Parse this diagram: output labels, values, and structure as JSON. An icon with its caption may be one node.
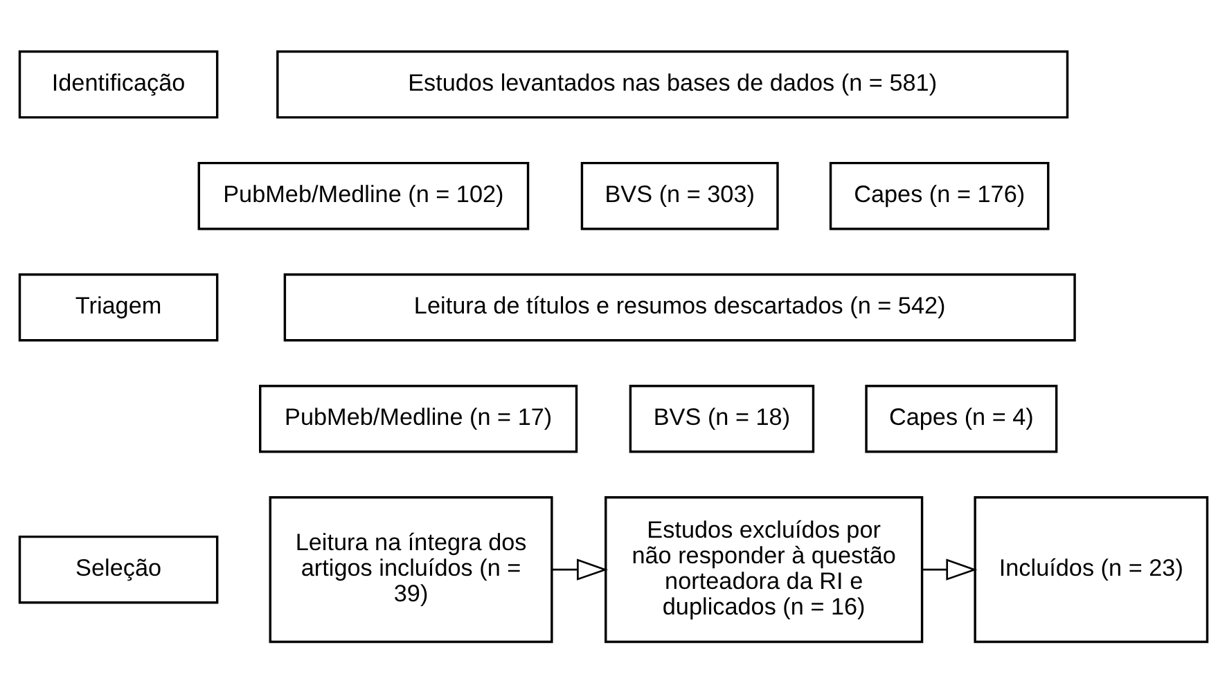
{
  "diagram": {
    "nodes": [
      {
        "text": [
          "Identificação"
        ]
      },
      {
        "text": [
          "Estudos levantados nas bases de dados (n = 581)"
        ]
      },
      {
        "text": [
          "PubMeb/Medline (n = 102)"
        ]
      },
      {
        "text": [
          "BVS (n = 303)"
        ]
      },
      {
        "text": [
          "Capes (n = 176)"
        ]
      },
      {
        "text": [
          "Triagem"
        ]
      },
      {
        "text": [
          "Leitura de títulos e resumos descartados (n = 542)"
        ]
      },
      {
        "text": [
          "PubMeb/Medline (n = 17)"
        ]
      },
      {
        "text": [
          "BVS (n = 18)"
        ]
      },
      {
        "text": [
          "Capes (n = 4)"
        ]
      },
      {
        "text": [
          "Seleção"
        ]
      },
      {
        "text": [
          "Leitura na íntegra dos artigos incluídos (n = 39)"
        ]
      },
      {
        "text": [
          "Estudos excluídos por não responder à questão norteadora da RI e duplicados (n = 16)"
        ]
      },
      {
        "text": [
          "Incluídos (n = 23)"
        ]
      }
    ],
    "edges": [
      {
        "from": 11,
        "to": 12,
        "arrow": "to"
      },
      {
        "from": 12,
        "to": 13,
        "arrow": "to"
      }
    ]
  }
}
